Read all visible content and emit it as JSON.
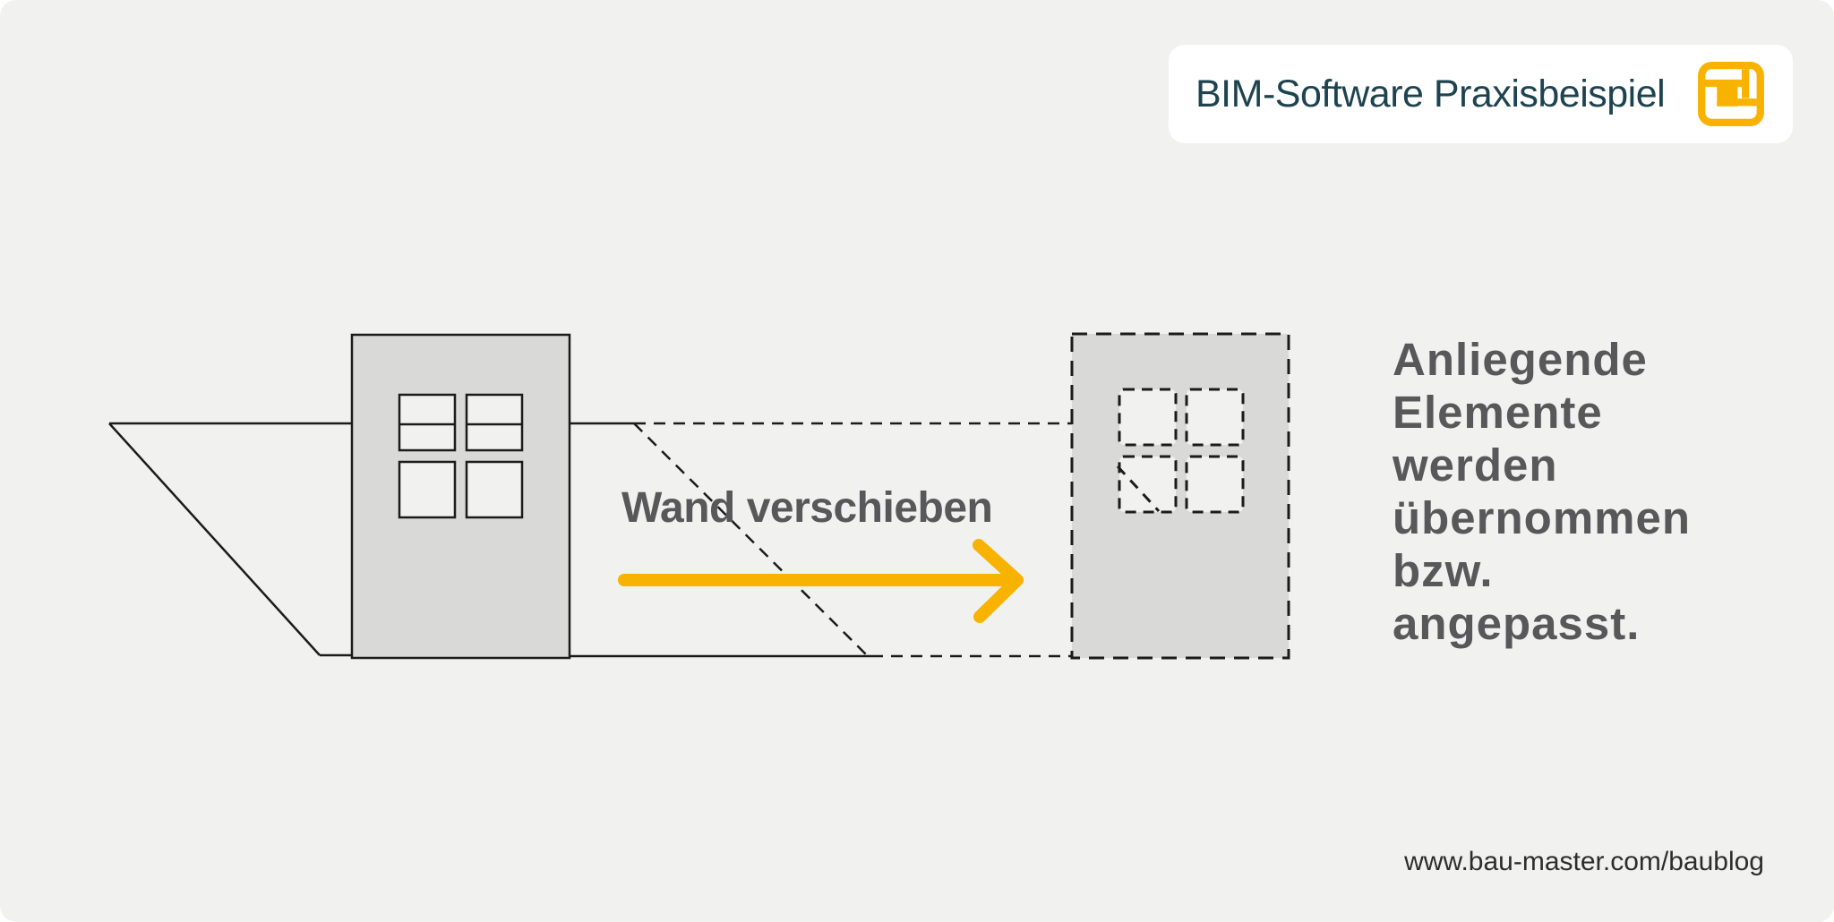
{
  "badge": {
    "label": "BIM-Software Praxisbeispiel"
  },
  "diagram": {
    "move_label": "Wand verschieben"
  },
  "annotation": {
    "text": "Anliegende\nElemente\nwerden\nübernommen\nbzw.\nangepasst."
  },
  "footer": {
    "url": "www.bau-master.com/baublog"
  },
  "colors": {
    "background": "#F1F1EF",
    "accent": "#F8B200",
    "line": "#1B1B1B",
    "wall_fill": "#D9D9D8",
    "diagram_text": "#58585A",
    "badge_text": "#1E4350",
    "url_text": "#2D2D2D"
  }
}
